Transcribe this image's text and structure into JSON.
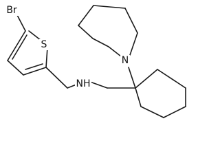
{
  "structure": {
    "atoms": {
      "br": "Br",
      "s": "S",
      "nh": "NH",
      "n": "N"
    }
  }
}
